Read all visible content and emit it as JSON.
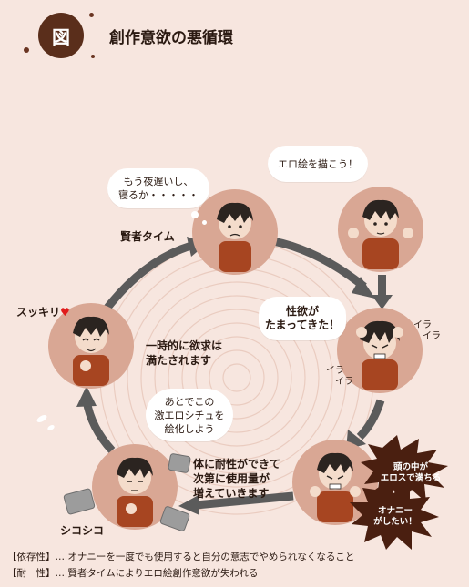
{
  "header": {
    "badge": "図",
    "title": "創作意欲の悪循環"
  },
  "bubbles": {
    "night": "もう夜遅いし、\n寝るか・・・・・",
    "ero_draw": "エロ絵を描こう！",
    "tamatte": "性欲が\nたまってきた！",
    "atode": "あとでこの\n激エロシチュを\n絵化しよう"
  },
  "labels": {
    "kenja": "賢者タイム",
    "sukkiri": "スッキリ",
    "heart": "♥",
    "ichiji": "一時的に欲求は\n満たされます",
    "taisei": "体に耐性ができて\n次第に使用量が\n増えていきます",
    "shikoshiko": "シコシコ",
    "ira1": "イラ\n　イラ",
    "ira2": "イラ\n　イラ"
  },
  "bursts": {
    "eros": "頭の中が\nエロスで満ちる",
    "onanie": "オナニー\nがしたい！"
  },
  "footer": {
    "line1": "【依存性】… オナニーを一度でも使用すると自分の意志でやめられなくなること",
    "line2": "【耐　性】… 賢者タイムによりエロ絵創作意欲が失われる"
  },
  "colors": {
    "background": "#f7e6df",
    "node_circle": "#d9a794",
    "arrow": "#5b5b5b",
    "shirt": "#a74521",
    "hair": "#2b2420",
    "skin": "#f4dccb",
    "burst": "#4a1f10"
  }
}
